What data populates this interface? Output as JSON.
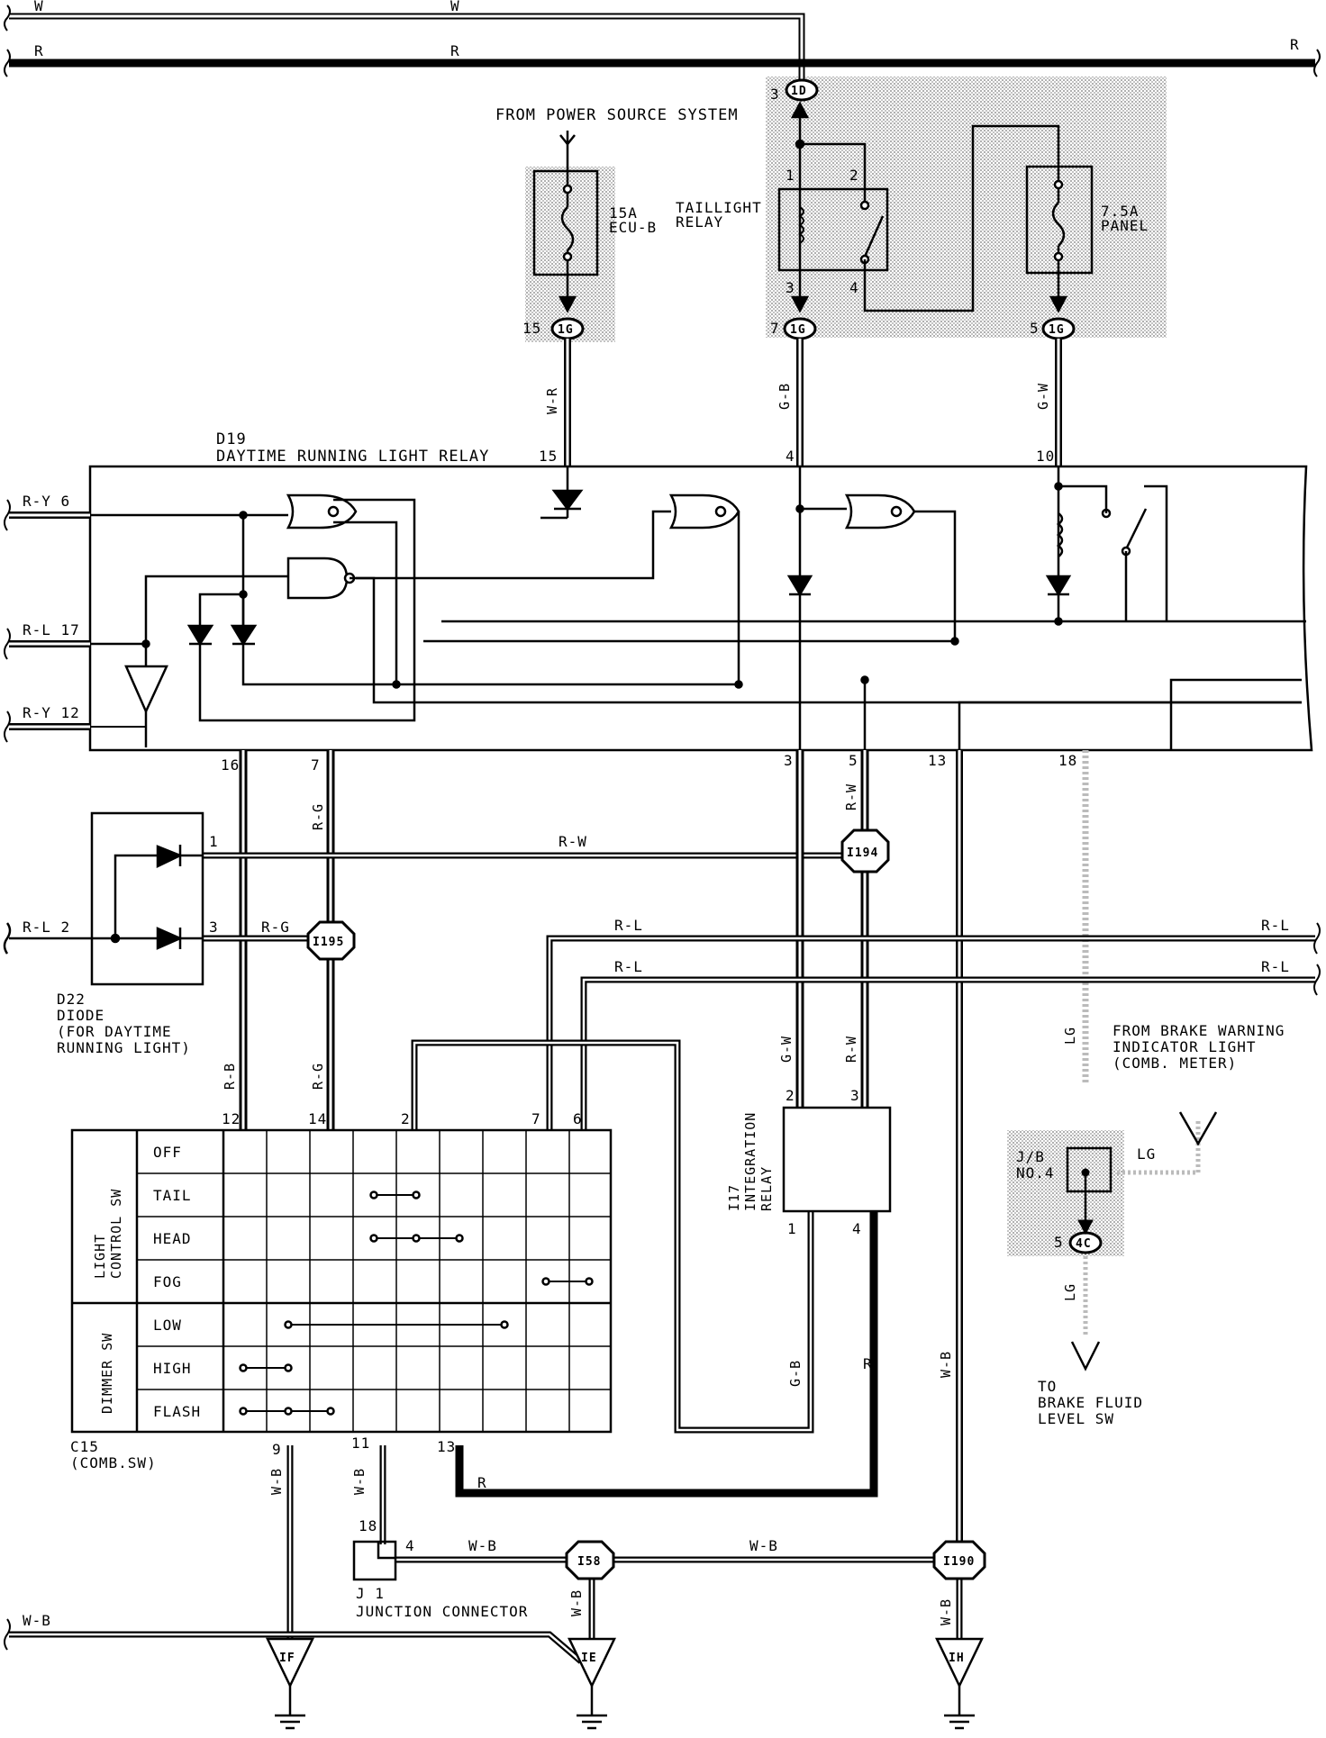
{
  "title": {
    "relay_id": "D19",
    "relay_name": "DAYTIME RUNNING LIGHT RELAY"
  },
  "top_wires": {
    "w_left": "W",
    "w_mid": "W",
    "r_left": "R",
    "r_mid": "R",
    "r_right": "R"
  },
  "power": {
    "from_label": "FROM POWER SOURCE SYSTEM",
    "fuse1_amp": "15A",
    "fuse1_name": "ECU-B",
    "relay_line1": "TAILLIGHT",
    "relay_line2": "RELAY",
    "fuse2_amp": "7.5A",
    "fuse2_name": "PANEL"
  },
  "connectors": {
    "c_1d": "1D",
    "c_1g_a": "1G",
    "c_1g_b": "1G",
    "c_1g_c": "1G",
    "c_i195": "I195",
    "c_i194": "I194",
    "c_i58": "I58",
    "c_i190": "I190",
    "c_4c": "4C",
    "g_if": "IF",
    "g_ie": "IE",
    "g_ih": "IH"
  },
  "pins": {
    "p3_1d": "3",
    "p1_tr": "1",
    "p2_tr": "2",
    "p3_tr": "3",
    "p4_tr": "4",
    "p15_1g": "15",
    "p7_1g": "7",
    "p5_1g": "5",
    "d19_15": "15",
    "d19_4": "4",
    "d19_10": "10",
    "d19_16": "16",
    "d19_7": "7",
    "d19_3": "3",
    "d19_5": "5",
    "d19_13": "13",
    "d19_18": "18",
    "d22_1": "1",
    "d22_3": "3",
    "c15_12": "12",
    "c15_14": "14",
    "c15_2": "2",
    "c15_7": "7",
    "c15_6": "6",
    "c15_9": "9",
    "c15_11": "11",
    "c15_13": "13",
    "i17_2": "2",
    "i17_3": "3",
    "i17_1": "1",
    "i17_4": "4",
    "j1_18": "18",
    "j1_4": "4",
    "jb_5": "5"
  },
  "wires": {
    "w_r": "W-R",
    "g_b_top": "G-B",
    "g_w_top": "G-W",
    "r_y_6": "R-Y 6",
    "r_l_17": "R-L 17",
    "r_y_12": "R-Y 12",
    "r_g_vert": "R-G",
    "r_w_vert": "R-W",
    "r_w_horiz": "R-W",
    "r_l_2": "R-L  2",
    "r_g_horiz": "R-G",
    "r_l_a": "R-L",
    "r_l_b": "R-L",
    "r_l_right_a": "R-L",
    "r_l_right_b": "R-L",
    "r_b": "R-B",
    "r_g_low": "R-G",
    "g_w_low": "G-W",
    "r_w_low": "R-W",
    "lg": "LG",
    "lg2": "LG",
    "lg3": "LG",
    "g_b_low": "G-B",
    "r_low": "R",
    "w_b_i190": "W-B",
    "w_b_9": "W-B",
    "w_b_11": "W-B",
    "r_bottom": "R",
    "w_b_j1": "W-B",
    "w_b_i58": "W-B",
    "w_b_left": "W-B",
    "w_b_ie": "W-B",
    "w_b_ih": "W-B"
  },
  "d22": {
    "id": "D22",
    "line1": "DIODE",
    "line2": "(FOR DAYTIME",
    "line3": "RUNNING LIGHT)"
  },
  "c15": {
    "id": "C15",
    "name": "(COMB.SW)",
    "group1": "LIGHT",
    "group1b": "CONTROL SW",
    "group2": "DIMMER SW",
    "rows": [
      "OFF",
      "TAIL",
      "HEAD",
      "FOG",
      "LOW",
      "HIGH",
      "FLASH"
    ]
  },
  "i17": {
    "id": "I17",
    "line1": "INTEGRATION",
    "line2": "RELAY"
  },
  "brake": {
    "from1": "FROM BRAKE WARNING",
    "from2": "INDICATOR LIGHT",
    "from3": "(COMB. METER)",
    "jb1": "J/B",
    "jb2": "NO.4",
    "to1": "TO",
    "to2": "BRAKE FLUID",
    "to3": "LEVEL SW"
  },
  "j1": {
    "id": "J 1",
    "name": "JUNCTION CONNECTOR"
  }
}
